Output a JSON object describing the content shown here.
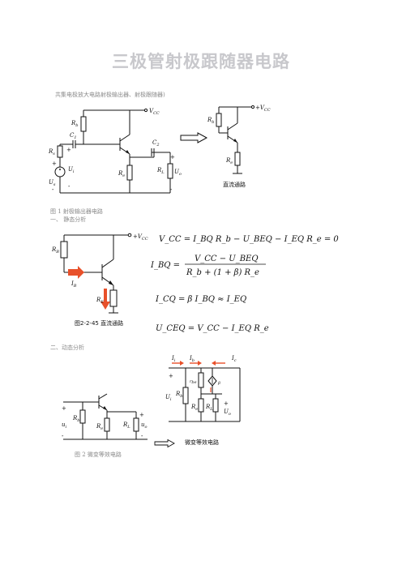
{
  "title": "三极管射极跟随器电路",
  "intro_line": "共集电极放大电路射极输出器、射极跟随器)",
  "fig1_caption": "图 1  射极输出器电路",
  "section1": "一、  静态分析",
  "section2": "二、动态分析",
  "fig2_caption": "图 2  微变等效电路",
  "circuit1": {
    "vcc": "V",
    "vcc_sub": "CC",
    "rb": "R",
    "rb_sub": "b",
    "c1": "C",
    "c1_sub": "1",
    "c2": "C",
    "c2_sub": "2",
    "rs": "R",
    "rs_sub": "s",
    "ui": "U",
    "ui_sub": "i",
    "us": "U",
    "us_sub": "s",
    "re": "R",
    "re_sub": "e",
    "rl": "R",
    "rl_sub": "L",
    "uo": "U",
    "uo_sub": "o",
    "plus": "+",
    "minus": "-"
  },
  "dc_path": {
    "vcc_label": "+V",
    "vcc_sub": "CC",
    "rb": "R",
    "rb_sub": "b",
    "re": "R",
    "re_sub": "e",
    "caption": "直流通路"
  },
  "static": {
    "vcc_label": "+V",
    "vcc_sub": "CC",
    "rb": "R",
    "rb_sub": "B",
    "ib": "I",
    "ib_sub": "B",
    "re": "R",
    "re_sub": "E",
    "caption": "图2-2-45 直流通路",
    "eq1": "V_CC = I_BQ R_b − U_BEQ − I_EQ R_e = 0",
    "eq2_lhs": "I_BQ =",
    "eq2_num": "V_CC − U_BEQ",
    "eq2_den": "R_b + (1 + β) R_e",
    "eq3": "I_CQ = β I_BQ ≈ I_EQ",
    "eq4": "U_CEQ = V_CC − I_EQ R_e"
  },
  "dynamic": {
    "ui": "u",
    "ui_sub": "i",
    "uo": "u",
    "uo_sub": "o",
    "rb": "R",
    "rb_sub": "b",
    "re": "R",
    "re_sub": "e",
    "rl": "R",
    "rl_sub": "L",
    "ii": "I",
    "ii_sub": "i",
    "ib": "I",
    "ib_sub": "b",
    "ic": "I",
    "ic_sub": "c",
    "rbe": "r",
    "rbe_sub": "be",
    "beta": "β",
    "caption": "微变等效电路"
  }
}
